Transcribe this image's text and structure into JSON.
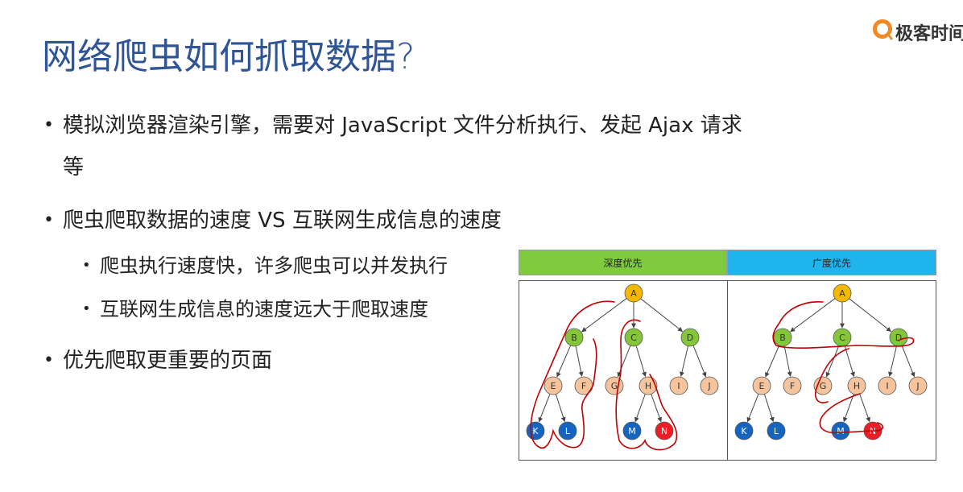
{
  "title": "网络爬虫如何抓取数据?",
  "logo": {
    "text": "极客时间",
    "icon": "geektime-logo-icon",
    "color": "#f08a24"
  },
  "bullets": {
    "b1_line1": "模拟浏览器渲染引擎，需要对 JavaScript 文件分析执行、发起 Ajax 请求",
    "b1_line2": "等",
    "b2": "爬虫爬取数据的速度 VS 互联网生成信息的速度",
    "b2_sub1": "爬虫执行速度快，许多爬虫可以并发执行",
    "b2_sub2": "互联网生成信息的速度远大于爬取速度",
    "b3": "优先爬取更重要的页面"
  },
  "figure": {
    "left_header": "深度优先",
    "right_header": "广度优先",
    "colors": {
      "root": "#f5b800",
      "level1": "#84c63a",
      "level2": "#f5c49c",
      "level3_blue": "#1565c0",
      "level3_red": "#ee1c24",
      "annotation": "#c00000"
    },
    "tree": {
      "nodes": [
        "A",
        "B",
        "C",
        "D",
        "E",
        "F",
        "G",
        "H",
        "I",
        "J",
        "K",
        "L",
        "M",
        "N"
      ],
      "edges": [
        [
          "A",
          "B"
        ],
        [
          "A",
          "C"
        ],
        [
          "A",
          "D"
        ],
        [
          "B",
          "E"
        ],
        [
          "B",
          "F"
        ],
        [
          "C",
          "G"
        ],
        [
          "C",
          "H"
        ],
        [
          "D",
          "I"
        ],
        [
          "D",
          "J"
        ],
        [
          "E",
          "K"
        ],
        [
          "E",
          "L"
        ],
        [
          "H",
          "M"
        ],
        [
          "H",
          "N"
        ]
      ]
    }
  }
}
